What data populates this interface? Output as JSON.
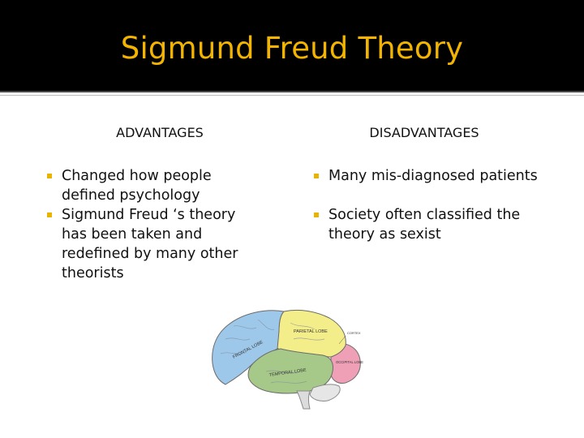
{
  "slide": {
    "title": "Sigmund Freud Theory",
    "colors": {
      "title_bar": "#000000",
      "title_text": "#f2b400",
      "bullet_marker": "#e8b400"
    }
  },
  "advantages": {
    "heading": "ADVANTAGES",
    "items": [
      "Changed how people defined psychology",
      "Sigmund Freud ‘s theory has been taken and redefined  by many other theorists"
    ]
  },
  "disadvantages": {
    "heading": "DISADVANTAGES",
    "items": [
      "Many mis-diagnosed patients",
      "Society often classified the theory as sexist"
    ]
  },
  "image": {
    "description_icon": "brain-lobes-icon",
    "labels": {
      "frontal": "FRONTAL LOBE",
      "parietal": "PARIETAL LOBE",
      "temporal": "TEMPORAL LOBE",
      "occipital": "OCCIPITAL LOBE",
      "cortex": "CORTEX"
    },
    "colors": {
      "frontal": "#9ec8ea",
      "parietal": "#f4ee8a",
      "temporal": "#a6c98a",
      "occipital": "#f0a0b6"
    }
  }
}
